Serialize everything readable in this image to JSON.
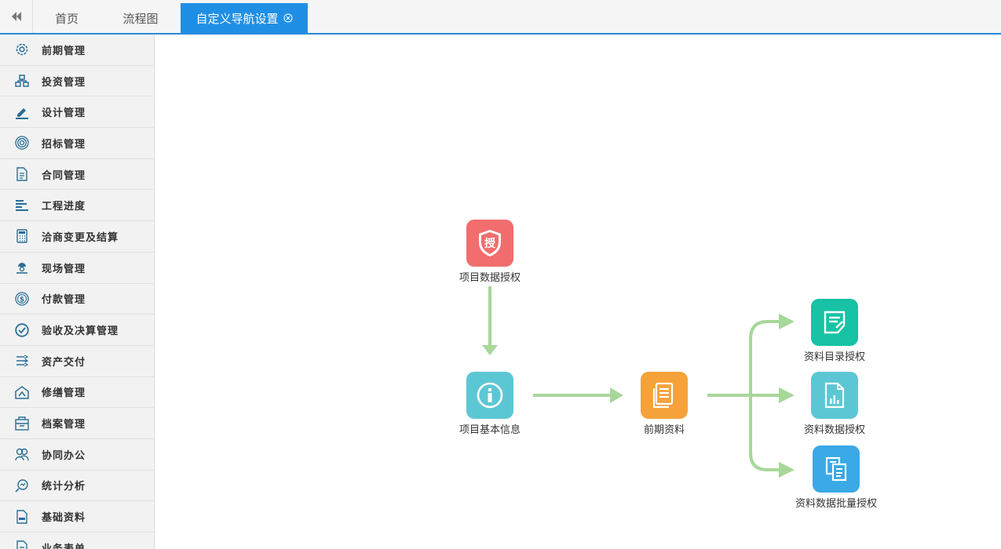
{
  "tabs": [
    {
      "label": "首页"
    },
    {
      "label": "流程图"
    },
    {
      "label": "自定义导航设置"
    }
  ],
  "sidebar": {
    "items": [
      {
        "label": "前期管理",
        "icon": "gear-icon"
      },
      {
        "label": "投资管理",
        "icon": "hierarchy-icon"
      },
      {
        "label": "设计管理",
        "icon": "pencil-icon"
      },
      {
        "label": "招标管理",
        "icon": "target-icon"
      },
      {
        "label": "合同管理",
        "icon": "contract-icon"
      },
      {
        "label": "工程进度",
        "icon": "gantt-icon"
      },
      {
        "label": "洽商变更及结算",
        "icon": "calculator-icon"
      },
      {
        "label": "现场管理",
        "icon": "worker-icon"
      },
      {
        "label": "付款管理",
        "icon": "coin-icon"
      },
      {
        "label": "验收及决算管理",
        "icon": "check-circle-icon"
      },
      {
        "label": "资产交付",
        "icon": "transfer-icon"
      },
      {
        "label": "修缮管理",
        "icon": "house-repair-icon"
      },
      {
        "label": "档案管理",
        "icon": "archive-box-icon"
      },
      {
        "label": "协同办公",
        "icon": "users-icon"
      },
      {
        "label": "统计分析",
        "icon": "analytics-icon"
      },
      {
        "label": "基础资料",
        "icon": "base-doc-icon"
      },
      {
        "label": "业务表单",
        "icon": "form-icon"
      }
    ]
  },
  "flow": {
    "nodes": {
      "auth": {
        "label": "项目数据授权",
        "glyph": "授",
        "icon": "shield-icon",
        "color": "#f26d6d"
      },
      "info": {
        "label": "项目基本信息",
        "icon": "info-icon",
        "color": "#5cc7d4"
      },
      "docs": {
        "label": "前期资料",
        "icon": "document-icon",
        "color": "#f5a23a"
      },
      "catalog": {
        "label": "资料目录授权",
        "icon": "edit-doc-icon",
        "color": "#17c2a5"
      },
      "data": {
        "label": "资料数据授权",
        "icon": "chart-doc-icon",
        "color": "#5cc7d4"
      },
      "batch": {
        "label": "资料数据批量授权",
        "icon": "copy-doc-icon",
        "color": "#3aa9e6"
      }
    },
    "arrow_color": "#a8d79a"
  }
}
